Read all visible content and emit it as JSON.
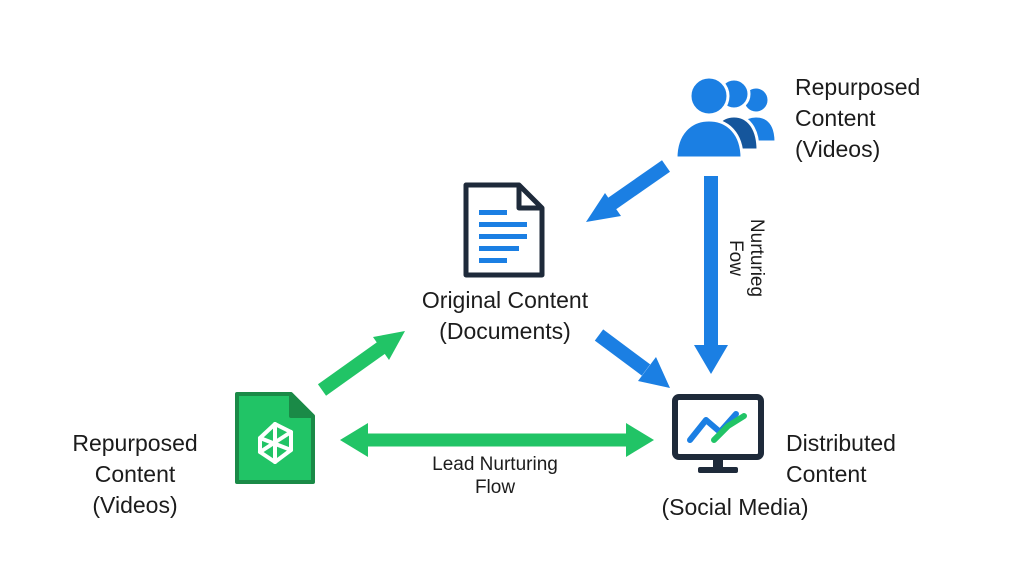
{
  "nodes": {
    "top_right": {
      "line1": "Repurposed",
      "line2": "Content",
      "line3": "(Videos)",
      "icon": "people-group-icon"
    },
    "original": {
      "line1": "Original Content",
      "line2": "(Documents)",
      "icon": "document-icon"
    },
    "bottom_left": {
      "line1": "Repurposed",
      "line2": "Content",
      "line3": "(Videos)",
      "icon": "video-file-icon"
    },
    "distributed": {
      "line1": "Distributed",
      "line2": "Content",
      "line3": "(Social Media)",
      "icon": "monitor-chart-icon"
    }
  },
  "flows": {
    "lead_nurturing": {
      "line1": "Lead Nurturing",
      "line2": "Flow"
    },
    "vertical": {
      "line1": "Nurturieg",
      "line2": "Fow"
    }
  },
  "colors": {
    "blue": "#1b7fe3",
    "dark_blue": "#15569c",
    "green": "#21c466",
    "dark_green": "#1a8a47",
    "navy": "#1e2a3a"
  }
}
